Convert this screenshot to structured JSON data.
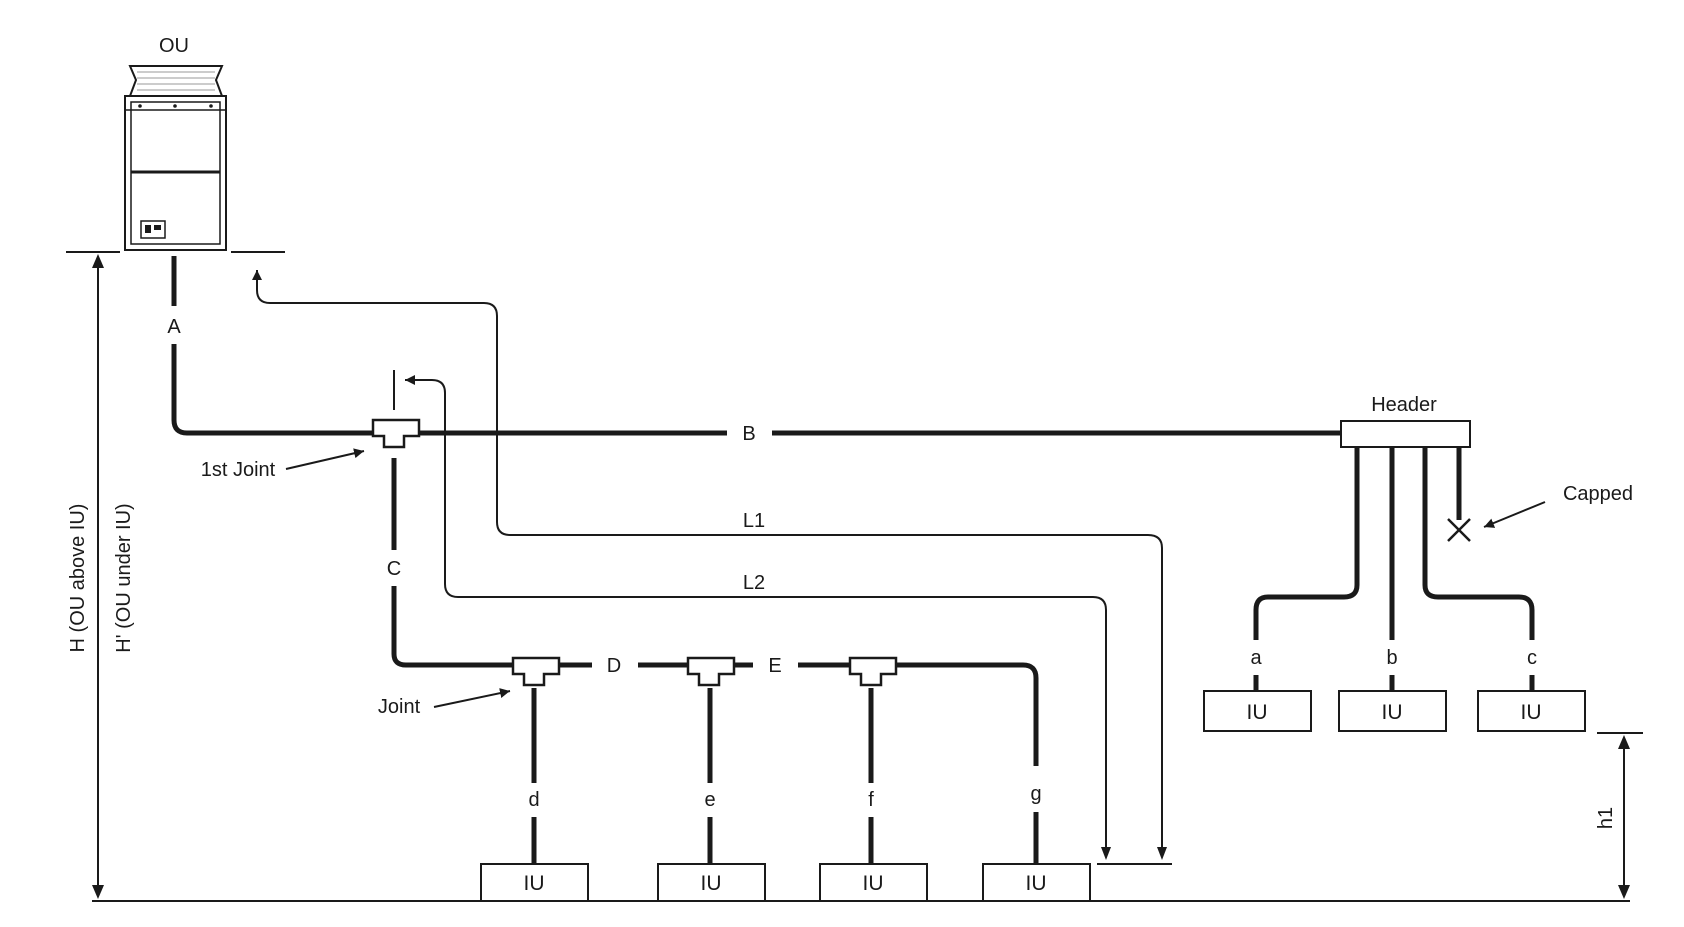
{
  "labels": {
    "ou": "OU",
    "header": "Header",
    "capped": "Capped",
    "first_joint": "1st Joint",
    "joint": "Joint",
    "height_above": "H (OU above IU)",
    "height_under": "H' (OU under IU)",
    "h1": "h1",
    "l1": "L1",
    "l2": "L2"
  },
  "pipes": {
    "A": "A",
    "B": "B",
    "C": "C",
    "D": "D",
    "E": "E",
    "a": "a",
    "b": "b",
    "c": "c",
    "d": "d",
    "e": "e",
    "f": "f",
    "g": "g"
  },
  "units": {
    "u1": "IU",
    "u2": "IU",
    "u3": "IU",
    "u4": "IU",
    "u5": "IU",
    "u6": "IU",
    "u7": "IU"
  },
  "colors": {
    "line": "#1a1a1a",
    "background": "#ffffff"
  }
}
